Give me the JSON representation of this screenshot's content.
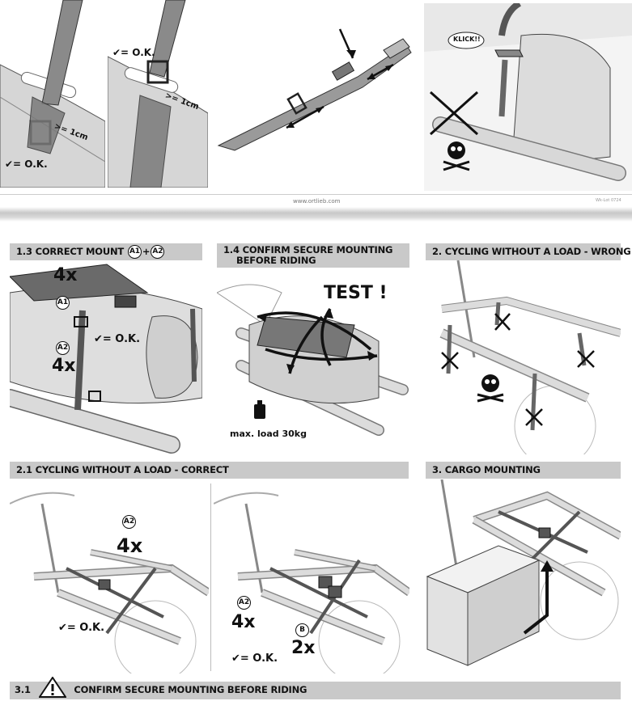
{
  "top": {
    "ok1": "✔= O.K.",
    "gap1": ">= 1cm",
    "ok2": "✔= O.K.",
    "gap2": ">= 1cm",
    "klick": "KLICK!!",
    "footer_url": "www.ortlieb.com",
    "footer_code": "Wk-Lot 0724"
  },
  "s13": {
    "title_pre": "1.3 CORRECT MOUNT",
    "a1": "A1",
    "plus": "+",
    "a2": "A2",
    "count_top": "4x",
    "a1_label": "A1",
    "a2_label": "A2",
    "count_bottom": "4x",
    "ok": "✔= O.K."
  },
  "s14": {
    "title_line1": "1.4  CONFIRM SECURE MOUNTING",
    "title_line2": "BEFORE RIDING",
    "test": "TEST !",
    "max_load": "max. load 30kg"
  },
  "s2": {
    "title": "2. CYCLING WITHOUT A LOAD - WRONG"
  },
  "s21": {
    "title": "2.1 CYCLING WITHOUT A LOAD - CORRECT",
    "left_a2": "A2",
    "left_count": "4x",
    "left_ok": "✔= O.K.",
    "right_a2": "A2",
    "right_count": "4x",
    "right_b": "B",
    "right_b_count": "2x",
    "right_ok": "✔= O.K."
  },
  "s3": {
    "title": "3. CARGO MOUNTING"
  },
  "s31": {
    "num": "3.1",
    "title": "CONFIRM SECURE MOUNTING BEFORE RIDING"
  }
}
